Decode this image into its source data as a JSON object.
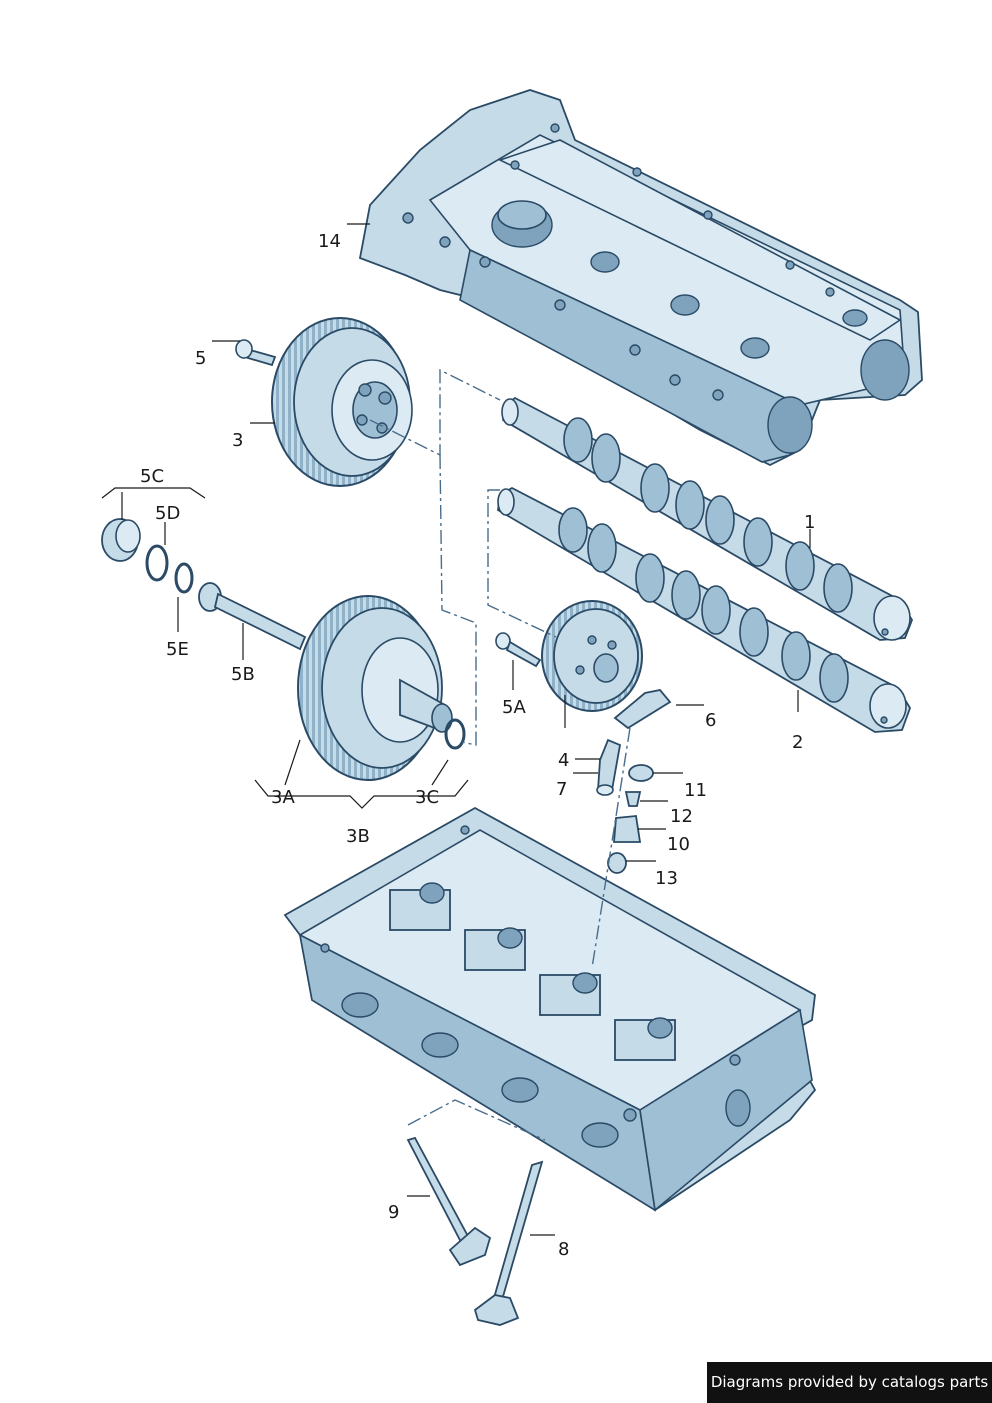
{
  "labels": {
    "l1": "1",
    "l2": "2",
    "l3": "3",
    "l3A": "3A",
    "l3B": "3B",
    "l3C": "3C",
    "l4": "4",
    "l5": "5",
    "l5A": "5A",
    "l5B": "5B",
    "l5C": "5C",
    "l5D": "5D",
    "l5E": "5E",
    "l6": "6",
    "l7": "7",
    "l8": "8",
    "l9": "9",
    "l10": "10",
    "l11": "11",
    "l12": "12",
    "l13": "13",
    "l14": "14"
  },
  "credit": "Diagrams provided by catalogs parts",
  "colors": {
    "part_fill": "#c6dbe8",
    "outline": "#2a4a66",
    "credit_bg": "#111111"
  }
}
